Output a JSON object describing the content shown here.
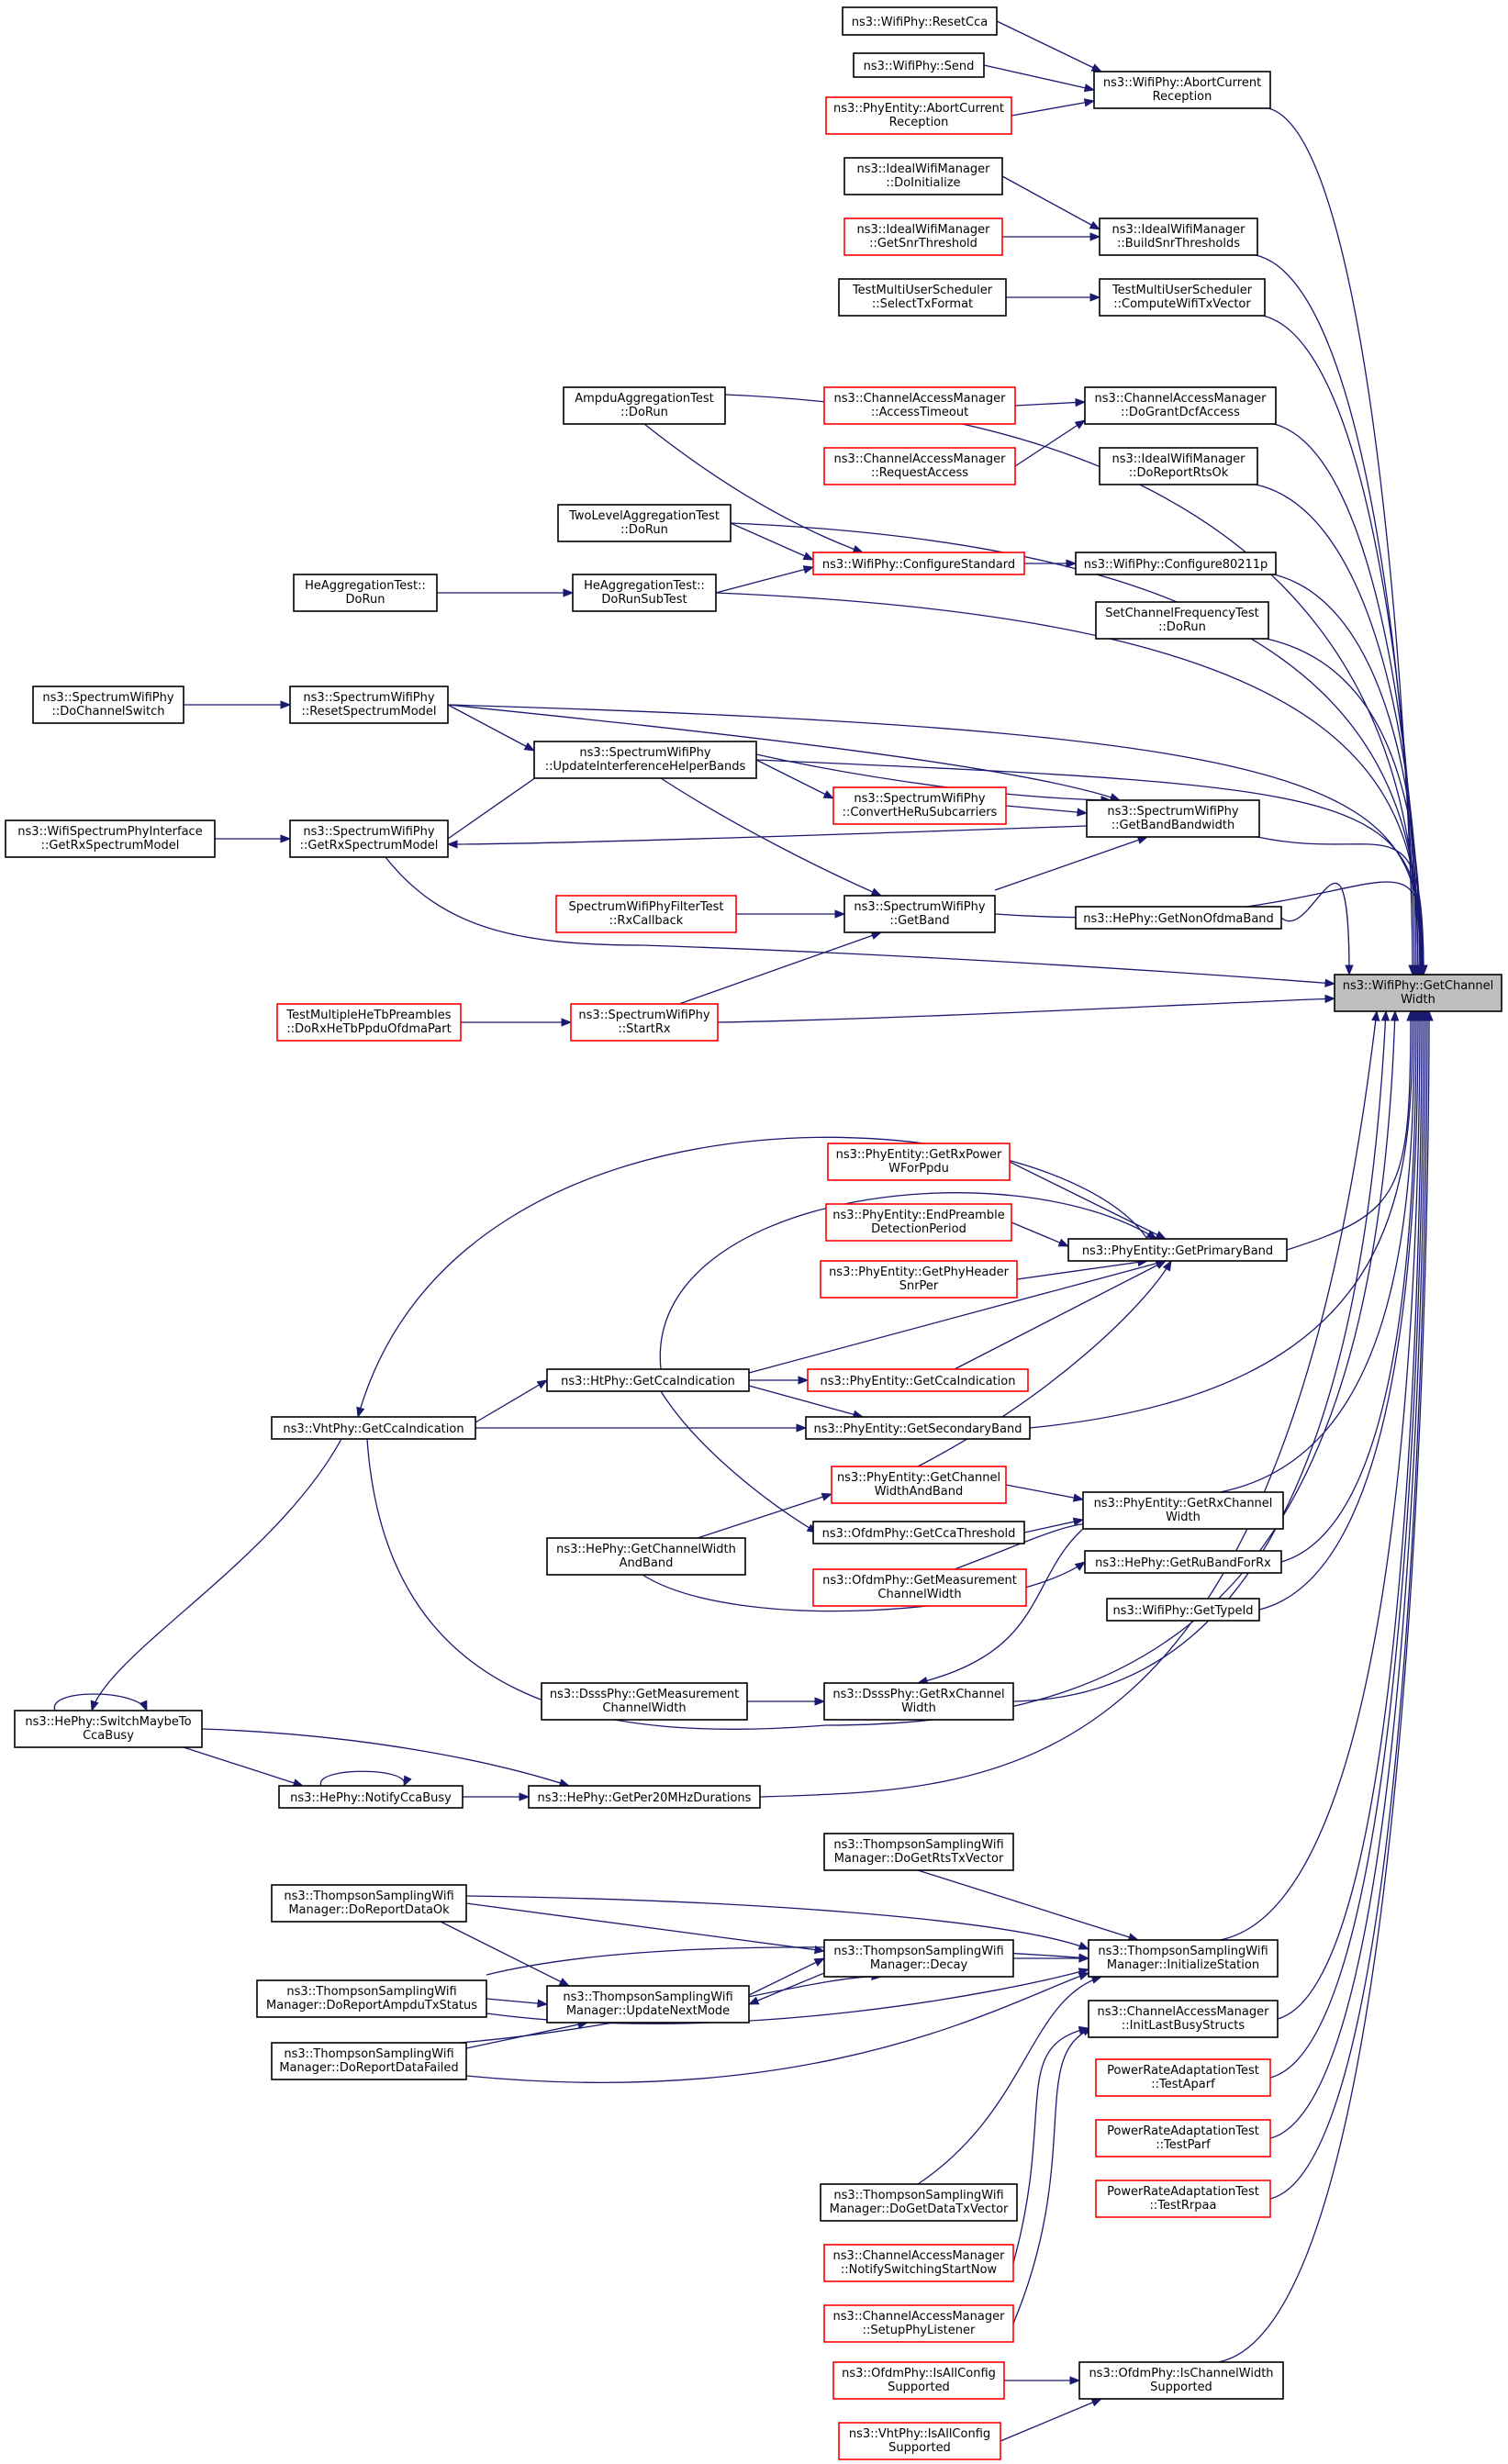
{
  "colors": {
    "edge": "#191970",
    "focus_fill": "#bfbfbf",
    "red_border": "#ff0000",
    "black_border": "#000000"
  },
  "nodes": [
    {
      "id": "ResetCca",
      "lines": [
        "ns3::WifiPhy::ResetCca"
      ],
      "border": "black"
    },
    {
      "id": "Send",
      "lines": [
        "ns3::WifiPhy::Send"
      ],
      "border": "black"
    },
    {
      "id": "PEAbortCurrentReception",
      "lines": [
        "ns3::PhyEntity::AbortCurrent",
        "Reception"
      ],
      "border": "red"
    },
    {
      "id": "WPAbortCurrentReception",
      "lines": [
        "ns3::WifiPhy::AbortCurrent",
        "Reception"
      ],
      "border": "black"
    },
    {
      "id": "IWMDoInitialize",
      "lines": [
        "ns3::IdealWifiManager",
        "::DoInitialize"
      ],
      "border": "black"
    },
    {
      "id": "IWMGetSnrThreshold",
      "lines": [
        "ns3::IdealWifiManager",
        "::GetSnrThreshold"
      ],
      "border": "red"
    },
    {
      "id": "IWMBuildSnrThresholds",
      "lines": [
        "ns3::IdealWifiManager",
        "::BuildSnrThresholds"
      ],
      "border": "black"
    },
    {
      "id": "TMUSSelectTxFormat",
      "lines": [
        "TestMultiUserScheduler",
        "::SelectTxFormat"
      ],
      "border": "black"
    },
    {
      "id": "TMUSComputeWifiTxVector",
      "lines": [
        "TestMultiUserScheduler",
        "::ComputeWifiTxVector"
      ],
      "border": "black"
    },
    {
      "id": "AmpduAggregationTest",
      "lines": [
        "AmpduAggregationTest",
        "::DoRun"
      ],
      "border": "black"
    },
    {
      "id": "CAMAccessTimeout",
      "lines": [
        "ns3::ChannelAccessManager",
        "::AccessTimeout"
      ],
      "border": "red"
    },
    {
      "id": "CAMDoGrantDcfAccess",
      "lines": [
        "ns3::ChannelAccessManager",
        "::DoGrantDcfAccess"
      ],
      "border": "black"
    },
    {
      "id": "CAMRequestAccess",
      "lines": [
        "ns3::ChannelAccessManager",
        "::RequestAccess"
      ],
      "border": "red"
    },
    {
      "id": "IWMDoReportRtsOk",
      "lines": [
        "ns3::IdealWifiManager",
        "::DoReportRtsOk"
      ],
      "border": "black"
    },
    {
      "id": "TwoLevelAggregationTest",
      "lines": [
        "TwoLevelAggregationTest",
        "::DoRun"
      ],
      "border": "black"
    },
    {
      "id": "WPConfigureStandard",
      "lines": [
        "ns3::WifiPhy::ConfigureStandard"
      ],
      "border": "red"
    },
    {
      "id": "WPConfigure80211p",
      "lines": [
        "ns3::WifiPhy::Configure80211p"
      ],
      "border": "black"
    },
    {
      "id": "HeAggDoRun",
      "lines": [
        "HeAggregationTest::",
        "DoRun"
      ],
      "border": "black"
    },
    {
      "id": "HeAggDoRunSubTest",
      "lines": [
        "HeAggregationTest::",
        "DoRunSubTest"
      ],
      "border": "black"
    },
    {
      "id": "SetChannelFrequencyTest",
      "lines": [
        "SetChannelFrequencyTest",
        "::DoRun"
      ],
      "border": "black"
    },
    {
      "id": "SWPDoChannelSwitch",
      "lines": [
        "ns3::SpectrumWifiPhy",
        "::DoChannelSwitch"
      ],
      "border": "black"
    },
    {
      "id": "SWPResetSpectrumModel",
      "lines": [
        "ns3::SpectrumWifiPhy",
        "::ResetSpectrumModel"
      ],
      "border": "black"
    },
    {
      "id": "SWPUpdateInterferenceHelperBands",
      "lines": [
        "ns3::SpectrumWifiPhy",
        "::UpdateInterferenceHelperBands"
      ],
      "border": "black"
    },
    {
      "id": "SWPConvertHeRuSubcarriers",
      "lines": [
        "ns3::SpectrumWifiPhy",
        "::ConvertHeRuSubcarriers"
      ],
      "border": "red"
    },
    {
      "id": "SWPGetBandBandwidth",
      "lines": [
        "ns3::SpectrumWifiPhy",
        "::GetBandBandwidth"
      ],
      "border": "black"
    },
    {
      "id": "WSPIGetRxSpectrumModel",
      "lines": [
        "ns3::WifiSpectrumPhyInterface",
        "::GetRxSpectrumModel"
      ],
      "border": "black"
    },
    {
      "id": "SWPGetRxSpectrumModel",
      "lines": [
        "ns3::SpectrumWifiPhy",
        "::GetRxSpectrumModel"
      ],
      "border": "black"
    },
    {
      "id": "SWPFilterTestRxCallback",
      "lines": [
        "SpectrumWifiPhyFilterTest",
        "::RxCallback"
      ],
      "border": "red"
    },
    {
      "id": "SWPGetBand",
      "lines": [
        "ns3::SpectrumWifiPhy",
        "::GetBand"
      ],
      "border": "black"
    },
    {
      "id": "HePhyGetNonOfdmaBand",
      "lines": [
        "ns3::HePhy::GetNonOfdmaBand"
      ],
      "border": "black"
    },
    {
      "id": "WPGetChannelWidth",
      "lines": [
        "ns3::WifiPhy::GetChannel",
        "Width"
      ],
      "border": "focus"
    },
    {
      "id": "TMHTPDoRxHeTbPpduOfdmaPart",
      "lines": [
        "TestMultipleHeTbPreambles",
        "::DoRxHeTbPpduOfdmaPart"
      ],
      "border": "red"
    },
    {
      "id": "SWPStartRx",
      "lines": [
        "ns3::SpectrumWifiPhy",
        "::StartRx"
      ],
      "border": "red"
    },
    {
      "id": "PEGetRxPowerWForPpdu",
      "lines": [
        "ns3::PhyEntity::GetRxPower",
        "WForPpdu"
      ],
      "border": "red"
    },
    {
      "id": "PEEndPreambleDetectionPeriod",
      "lines": [
        "ns3::PhyEntity::EndPreamble",
        "DetectionPeriod"
      ],
      "border": "red"
    },
    {
      "id": "PEGetPrimaryBand",
      "lines": [
        "ns3::PhyEntity::GetPrimaryBand"
      ],
      "border": "black"
    },
    {
      "id": "PEGetPhyHeaderSnrPer",
      "lines": [
        "ns3::PhyEntity::GetPhyHeader",
        "SnrPer"
      ],
      "border": "red"
    },
    {
      "id": "HtPhyGetCcaIndication",
      "lines": [
        "ns3::HtPhy::GetCcaIndication"
      ],
      "border": "black"
    },
    {
      "id": "PEGetCcaIndication",
      "lines": [
        "ns3::PhyEntity::GetCcaIndication"
      ],
      "border": "red"
    },
    {
      "id": "VhtPhyGetCcaIndication",
      "lines": [
        "ns3::VhtPhy::GetCcaIndication"
      ],
      "border": "black"
    },
    {
      "id": "PEGetSecondaryBand",
      "lines": [
        "ns3::PhyEntity::GetSecondaryBand"
      ],
      "border": "black"
    },
    {
      "id": "PEGetChannelWidthAndBand",
      "lines": [
        "ns3::PhyEntity::GetChannel",
        "WidthAndBand"
      ],
      "border": "red"
    },
    {
      "id": "PEGetRxChannelWidth",
      "lines": [
        "ns3::PhyEntity::GetRxChannel",
        "Width"
      ],
      "border": "black"
    },
    {
      "id": "OfdmPhyGetCcaThreshold",
      "lines": [
        "ns3::OfdmPhy::GetCcaThreshold"
      ],
      "border": "black"
    },
    {
      "id": "HePhyGetChannelWidthAndBand",
      "lines": [
        "ns3::HePhy::GetChannelWidth",
        "AndBand"
      ],
      "border": "black"
    },
    {
      "id": "HePhyGetRuBandForRx",
      "lines": [
        "ns3::HePhy::GetRuBandForRx"
      ],
      "border": "black"
    },
    {
      "id": "OfdmPhyGetMeasurementChannelWidth",
      "lines": [
        "ns3::OfdmPhy::GetMeasurement",
        "ChannelWidth"
      ],
      "border": "red"
    },
    {
      "id": "WPGetTypeId",
      "lines": [
        "ns3::WifiPhy::GetTypeId"
      ],
      "border": "black"
    },
    {
      "id": "DsssPhyGetMeasurementChannelWidth",
      "lines": [
        "ns3::DsssPhy::GetMeasurement",
        "ChannelWidth"
      ],
      "border": "black"
    },
    {
      "id": "DsssPhyGetRxChannelWidth",
      "lines": [
        "ns3::DsssPhy::GetRxChannel",
        "Width"
      ],
      "border": "black"
    },
    {
      "id": "HePhySwitchMaybeToCcaBusy",
      "lines": [
        "ns3::HePhy::SwitchMaybeTo",
        "CcaBusy"
      ],
      "border": "black"
    },
    {
      "id": "HePhyNotifyCcaBusy",
      "lines": [
        "ns3::HePhy::NotifyCcaBusy"
      ],
      "border": "black"
    },
    {
      "id": "HePhyGetPer20MHzDurations",
      "lines": [
        "ns3::HePhy::GetPer20MHzDurations"
      ],
      "border": "black"
    },
    {
      "id": "TSWMDoGetRtsTxVector",
      "lines": [
        "ns3::ThompsonSamplingWifi",
        "Manager::DoGetRtsTxVector"
      ],
      "border": "black"
    },
    {
      "id": "TSWMDoReportDataOk",
      "lines": [
        "ns3::ThompsonSamplingWifi",
        "Manager::DoReportDataOk"
      ],
      "border": "black"
    },
    {
      "id": "TSWMDecay",
      "lines": [
        "ns3::ThompsonSamplingWifi",
        "Manager::Decay"
      ],
      "border": "black"
    },
    {
      "id": "TSWMInitializeStation",
      "lines": [
        "ns3::ThompsonSamplingWifi",
        "Manager::InitializeStation"
      ],
      "border": "black"
    },
    {
      "id": "TSWMDoReportAmpduTxStatus",
      "lines": [
        "ns3::ThompsonSamplingWifi",
        "Manager::DoReportAmpduTxStatus"
      ],
      "border": "black"
    },
    {
      "id": "TSWMUpdateNextMode",
      "lines": [
        "ns3::ThompsonSamplingWifi",
        "Manager::UpdateNextMode"
      ],
      "border": "black"
    },
    {
      "id": "CAMInitLastBusyStructs",
      "lines": [
        "ns3::ChannelAccessManager",
        "::InitLastBusyStructs"
      ],
      "border": "black"
    },
    {
      "id": "TSWMDoReportDataFailed",
      "lines": [
        "ns3::ThompsonSamplingWifi",
        "Manager::DoReportDataFailed"
      ],
      "border": "black"
    },
    {
      "id": "PRATTestAparf",
      "lines": [
        "PowerRateAdaptationTest",
        "::TestAparf"
      ],
      "border": "red"
    },
    {
      "id": "PRATTestParf",
      "lines": [
        "PowerRateAdaptationTest",
        "::TestParf"
      ],
      "border": "red"
    },
    {
      "id": "PRATTestRrpaa",
      "lines": [
        "PowerRateAdaptationTest",
        "::TestRrpaa"
      ],
      "border": "red"
    },
    {
      "id": "TSWMDoGetDataTxVector",
      "lines": [
        "ns3::ThompsonSamplingWifi",
        "Manager::DoGetDataTxVector"
      ],
      "border": "black"
    },
    {
      "id": "CAMNotifySwitchingStartNow",
      "lines": [
        "ns3::ChannelAccessManager",
        "::NotifySwitchingStartNow"
      ],
      "border": "red"
    },
    {
      "id": "CAMSetupPhyListener",
      "lines": [
        "ns3::ChannelAccessManager",
        "::SetupPhyListener"
      ],
      "border": "red"
    },
    {
      "id": "OfdmPhyIsAllConfigSupported",
      "lines": [
        "ns3::OfdmPhy::IsAllConfig",
        "Supported"
      ],
      "border": "red"
    },
    {
      "id": "OfdmPhyIsChannelWidthSupported",
      "lines": [
        "ns3::OfdmPhy::IsChannelWidth",
        "Supported"
      ],
      "border": "black"
    },
    {
      "id": "VhtPhyIsAllConfigSupported",
      "lines": [
        "ns3::VhtPhy::IsAllConfig",
        "Supported"
      ],
      "border": "red"
    }
  ]
}
